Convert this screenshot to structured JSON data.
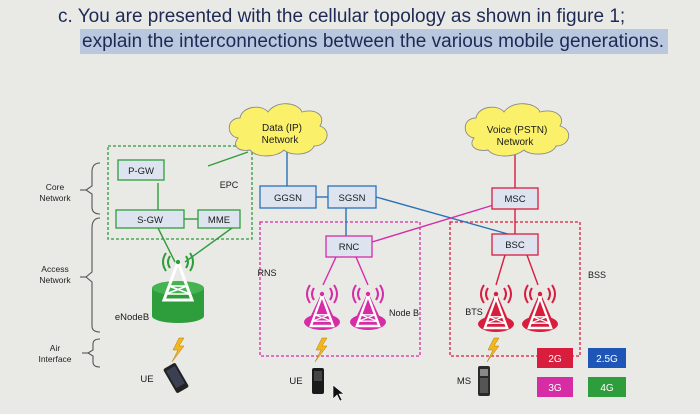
{
  "question": {
    "line1": "c.  You are presented with the cellular topology as shown in figure 1;",
    "line2": "explain the interconnections between the various mobile generations."
  },
  "diagram": {
    "clouds": {
      "data": [
        "Data (IP)",
        "Network"
      ],
      "voice": [
        "Voice (PSTN)",
        "Network"
      ]
    },
    "left_labels": {
      "core": [
        "Core",
        "Network"
      ],
      "access": [
        "Access",
        "Network"
      ],
      "air": [
        "Air",
        "Interface"
      ]
    },
    "nodes": {
      "pgw": "P-GW",
      "sgw": "S-GW",
      "mme": "MME",
      "epc": "EPC",
      "enodeb": "eNodeB",
      "ggsn": "GGSN",
      "sgsn": "SGSN",
      "rnc": "RNC",
      "rns": "RNS",
      "nodeb": "Node B",
      "msc": "MSC",
      "bsc": "BSC",
      "bss": "BSS",
      "bts": "BTS"
    },
    "devices": {
      "ue_lte": "UE",
      "ue_umts": "UE",
      "ms": "MS"
    },
    "legend": [
      {
        "label": "2G",
        "color": "#d81e3c"
      },
      {
        "label": "2.5G",
        "color": "#1e56b8"
      },
      {
        "label": "3G",
        "color": "#d62ca6"
      },
      {
        "label": "4G",
        "color": "#2e9d3b"
      }
    ],
    "colors": {
      "lte": "#2e9d3b",
      "umts": "#d62ca6",
      "gsm": "#d81e3c",
      "gprs": "#2a72b8",
      "cloud": "#fbf06a",
      "box": "#dde3ef",
      "lightning": "#f3b71d"
    }
  }
}
